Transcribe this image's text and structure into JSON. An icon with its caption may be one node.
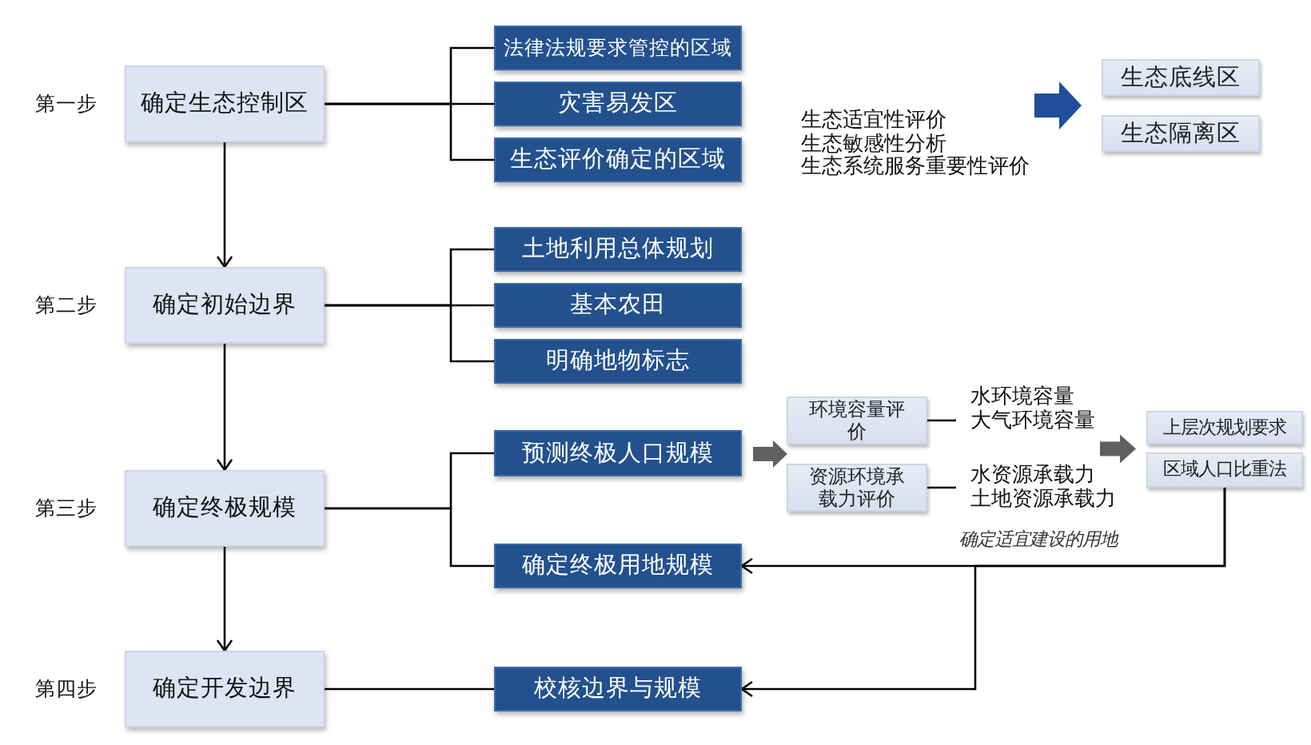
{
  "diagram": {
    "nodes": [
      {
        "text": [
          "确定生态控制区"
        ],
        "beside": [
          "第一步"
        ]
      },
      {
        "text": [
          "法律法规要求管控的区域"
        ]
      },
      {
        "text": [
          "灾害易发区"
        ]
      },
      {
        "text": [
          "生态评价确定的区域"
        ]
      },
      {
        "text": [
          "生态适宜性评价",
          "生态敏感性分析",
          "生态系统服务重要性评价"
        ]
      },
      {
        "text": [
          "生态底线区"
        ]
      },
      {
        "text": [
          "生态隔离区"
        ]
      },
      {
        "text": [
          "确定初始边界"
        ],
        "beside": [
          "第二步"
        ]
      },
      {
        "text": [
          "土地利用总体规划"
        ]
      },
      {
        "text": [
          "基本农田"
        ]
      },
      {
        "text": [
          "明确地物标志"
        ]
      },
      {
        "text": [
          "确定终极规模"
        ],
        "beside": [
          "第三步"
        ]
      },
      {
        "text": [
          "预测终极人口规模"
        ]
      },
      {
        "text": [
          "环境容量评价"
        ]
      },
      {
        "text": [
          "资源环境承载力评价"
        ]
      },
      {
        "text": [
          "水环境容量",
          "大气环境容量"
        ]
      },
      {
        "text": [
          "水资源承载力",
          "土地资源承载力"
        ]
      },
      {
        "text": [
          "上层次规划要求"
        ]
      },
      {
        "text": [
          "区域人口比重法"
        ]
      },
      {
        "text": [
          "确定终极用地规模"
        ]
      },
      {
        "text": [
          "确定开发边界"
        ],
        "beside": [
          "第四步"
        ]
      },
      {
        "text": [
          "校核边界与规模"
        ]
      }
    ],
    "edges": [
      {
        "from": 0,
        "to": 1,
        "arrow": "none"
      },
      {
        "from": 0,
        "to": 2,
        "arrow": "none"
      },
      {
        "from": 0,
        "to": 3,
        "arrow": "none"
      },
      {
        "from": 4,
        "to": 5,
        "arrow": "to",
        "style": "thick",
        "color": "#1f4e9a"
      },
      {
        "from": 4,
        "to": 6,
        "arrow": "to",
        "style": "thick",
        "color": "#1f4e9a"
      },
      {
        "from": 0,
        "to": 7,
        "arrow": "to"
      },
      {
        "from": 7,
        "to": 8,
        "arrow": "none"
      },
      {
        "from": 7,
        "to": 9,
        "arrow": "none"
      },
      {
        "from": 7,
        "to": 10,
        "arrow": "none"
      },
      {
        "from": 7,
        "to": 11,
        "arrow": "to"
      },
      {
        "from": 11,
        "to": 12,
        "arrow": "none"
      },
      {
        "from": 11,
        "to": 19,
        "arrow": "none"
      },
      {
        "from": 12,
        "to": 13,
        "arrow": "to",
        "style": "thick",
        "color": "#606060"
      },
      {
        "from": 12,
        "to": 14,
        "arrow": "to",
        "style": "thick",
        "color": "#606060"
      },
      {
        "from": 13,
        "to": 15,
        "arrow": "none"
      },
      {
        "from": 14,
        "to": 16,
        "arrow": "none"
      },
      {
        "from": 15,
        "to": 17,
        "arrow": "to",
        "style": "thick",
        "color": "#606060"
      },
      {
        "from": 15,
        "to": 18,
        "arrow": "to",
        "style": "thick",
        "color": "#606060"
      },
      {
        "from": 16,
        "to": 17,
        "arrow": "to",
        "style": "thick",
        "color": "#606060"
      },
      {
        "from": 16,
        "to": 18,
        "arrow": "to",
        "style": "thick",
        "color": "#606060"
      },
      {
        "from": 18,
        "to": 19,
        "arrow": "to",
        "label": "确定适宜建设的用地"
      },
      {
        "from": 18,
        "to": 21,
        "arrow": "to"
      },
      {
        "from": 11,
        "to": 20,
        "arrow": "to"
      },
      {
        "from": 20,
        "to": 21,
        "arrow": "none"
      }
    ]
  }
}
